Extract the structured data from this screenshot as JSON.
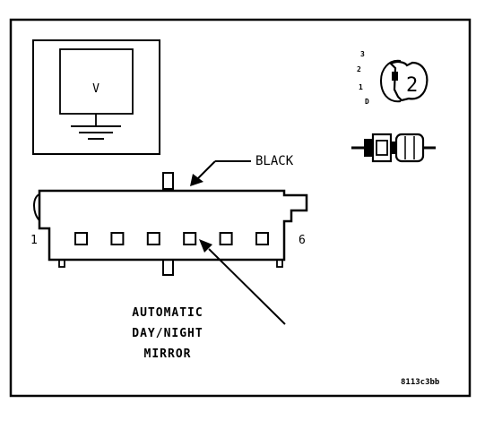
{
  "symbol": {
    "letter": "V",
    "icon": "voltmeter-ground-icon"
  },
  "pin_position": {
    "labels": [
      "3",
      "2",
      "1",
      "D"
    ],
    "active": "2",
    "icon": "pin-position-selector-icon"
  },
  "terminal_icon": "terminal-probe-icon",
  "connector": {
    "color_label": "BLACK",
    "pin_start": "1",
    "pin_end": "6",
    "cavities": 6,
    "name_lines": [
      "AUTOMATIC",
      "DAY/NIGHT",
      "MIRROR"
    ]
  },
  "figure_code": "8113c3bb"
}
